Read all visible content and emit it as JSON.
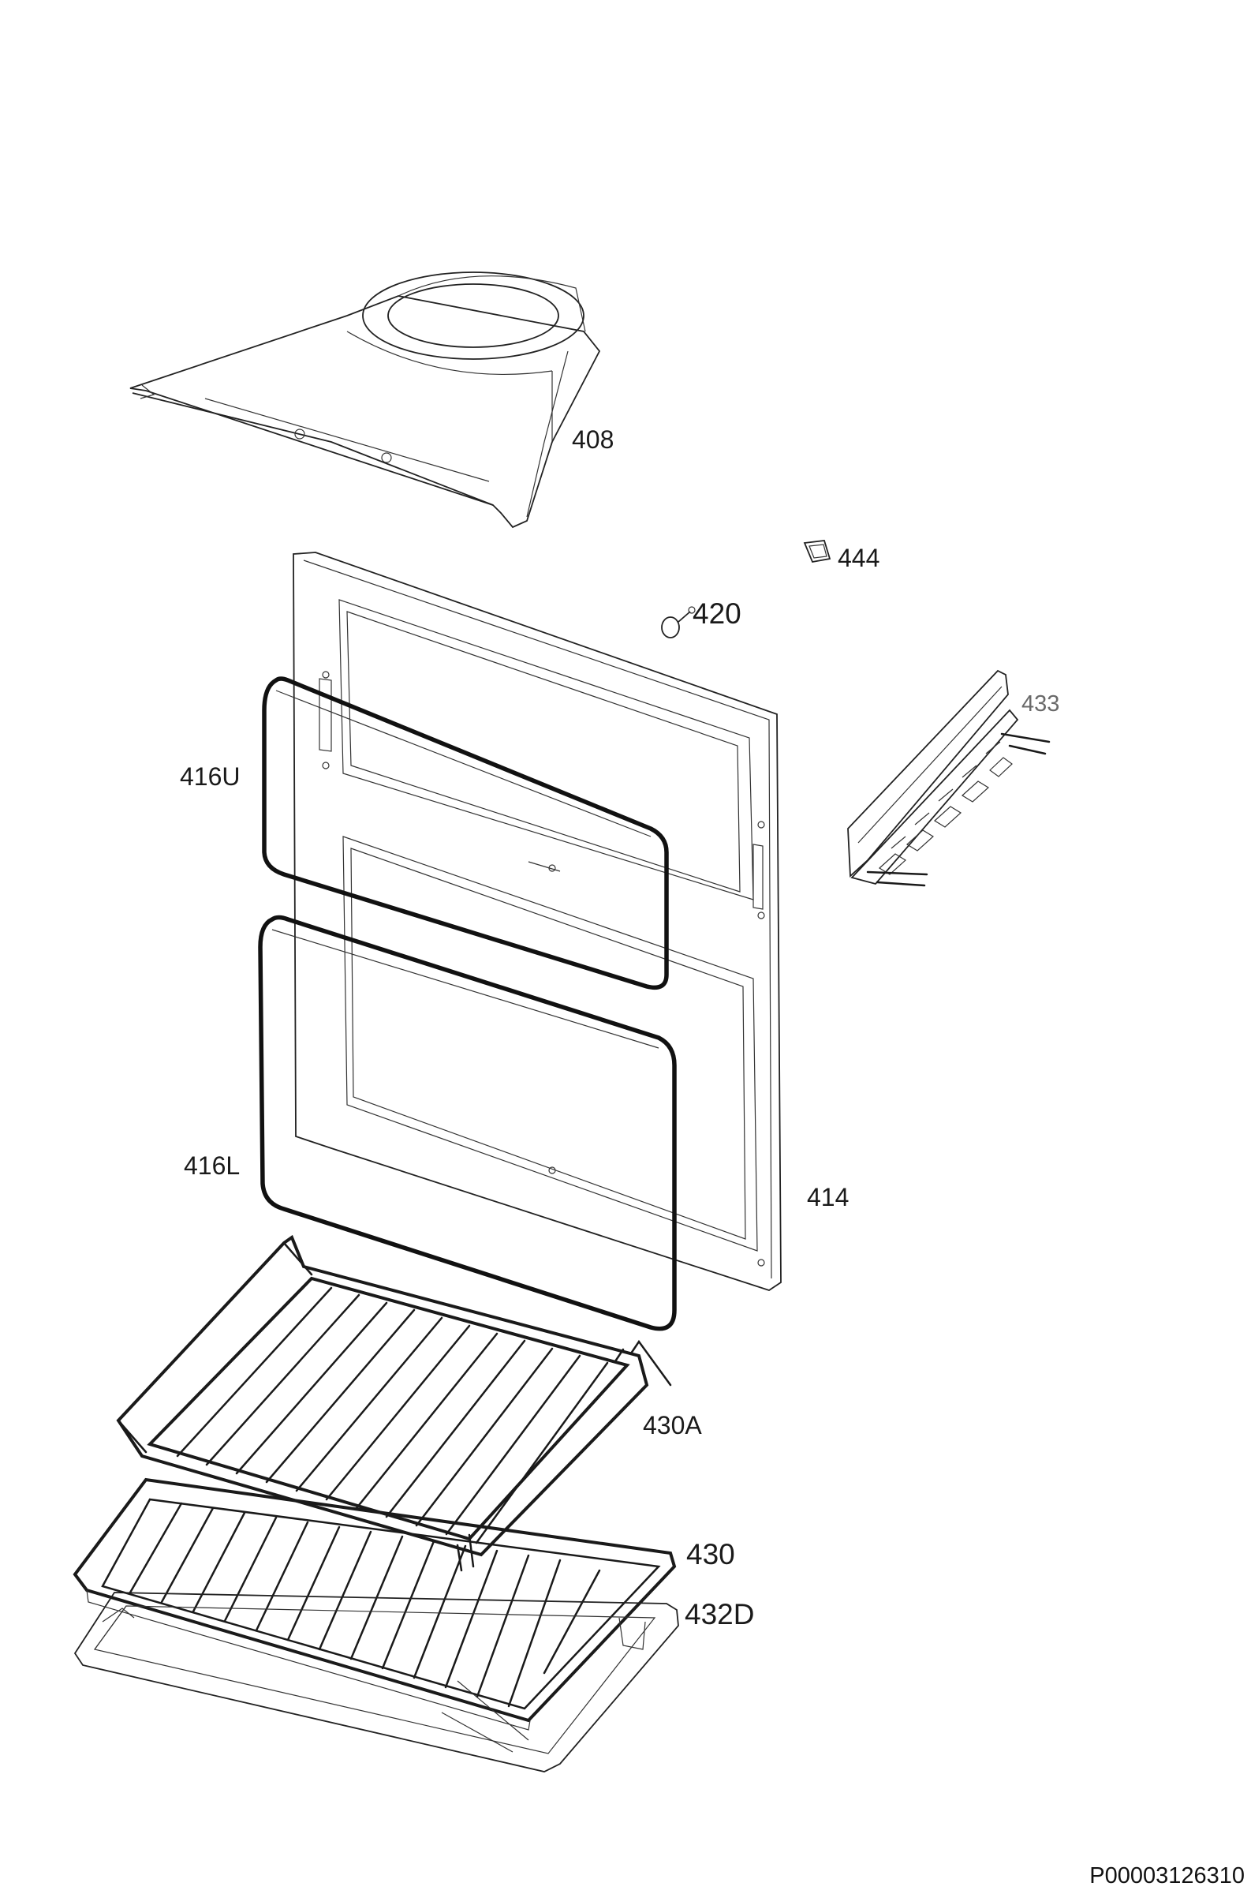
{
  "labels": {
    "408": "408",
    "444": "444",
    "420": "420",
    "433": "433",
    "416U": "416U",
    "416L": "416L",
    "414": "414",
    "430A": "430A",
    "430": "430",
    "432D": "432D"
  },
  "document_code": "P00003126310"
}
